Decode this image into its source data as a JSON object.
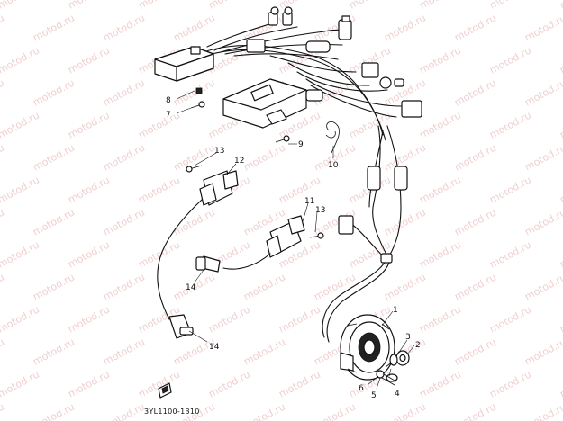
{
  "diagram": {
    "watermark_text": "motod.ru",
    "drawing_code": "3YL1100-1310",
    "callouts": [
      "1",
      "2",
      "3",
      "4",
      "5",
      "6",
      "7",
      "8",
      "9",
      "10",
      "11",
      "12",
      "13",
      "13",
      "14",
      "14"
    ]
  }
}
